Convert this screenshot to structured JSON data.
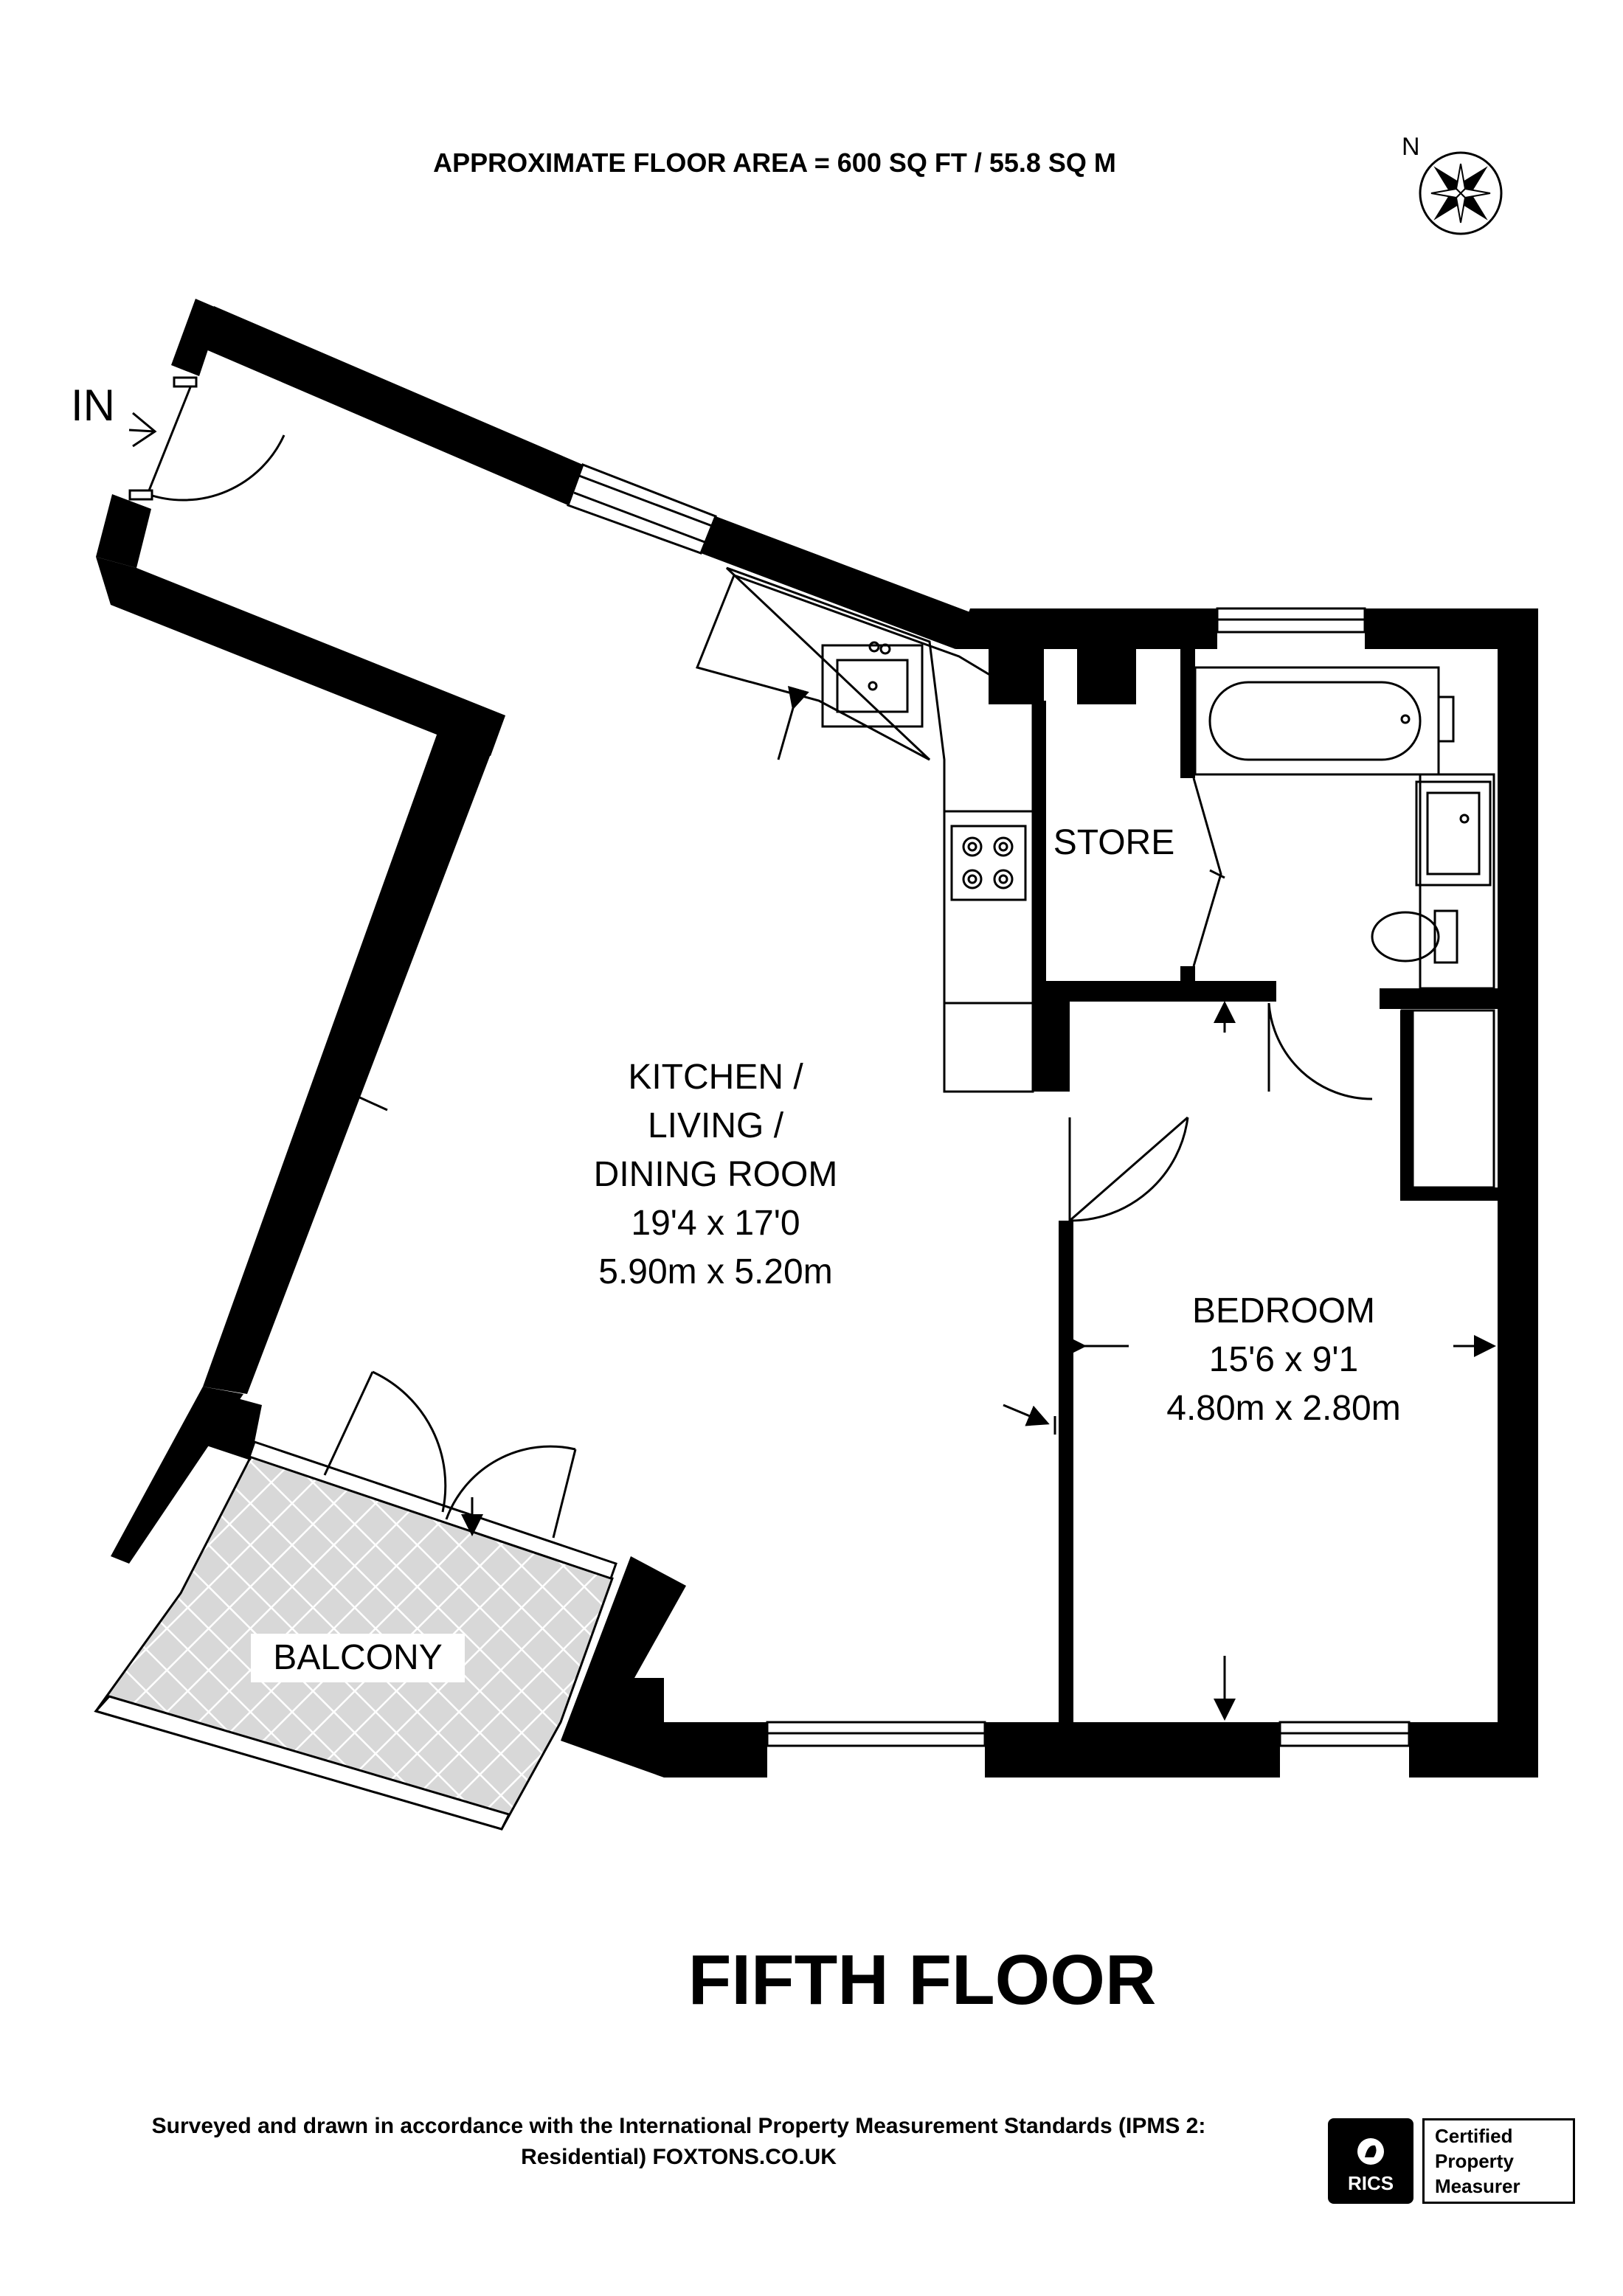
{
  "header": {
    "floor_area": "APPROXIMATE FLOOR AREA = 600 SQ FT / 55.8 SQ M"
  },
  "compass": {
    "north_label": "N",
    "icon": "compass-rose-icon"
  },
  "entrance": {
    "label": "IN"
  },
  "rooms": {
    "kitchen": {
      "line1": "KITCHEN /",
      "line2": "LIVING /",
      "line3": "DINING ROOM",
      "imperial": "19'4 x 17'0",
      "metric": "5.90m x 5.20m"
    },
    "bedroom": {
      "line1": "BEDROOM",
      "imperial": "15'6 x 9'1",
      "metric": "4.80m x 2.80m"
    },
    "store": {
      "label": "STORE"
    },
    "balcony": {
      "label": "BALCONY"
    }
  },
  "floor_title": "FIFTH FLOOR",
  "footer": {
    "line1": "Surveyed and drawn in accordance with the International Property Measurement Standards (IPMS 2:",
    "line2": "Residential) FOXTONS.CO.UK"
  },
  "badge": {
    "logo_text": "RICS",
    "line1": "Certified",
    "line2": "Property",
    "line3": "Measurer"
  },
  "colors": {
    "wall": "#000000",
    "balcony_hatch": "#b9b9b9",
    "background": "#ffffff"
  }
}
